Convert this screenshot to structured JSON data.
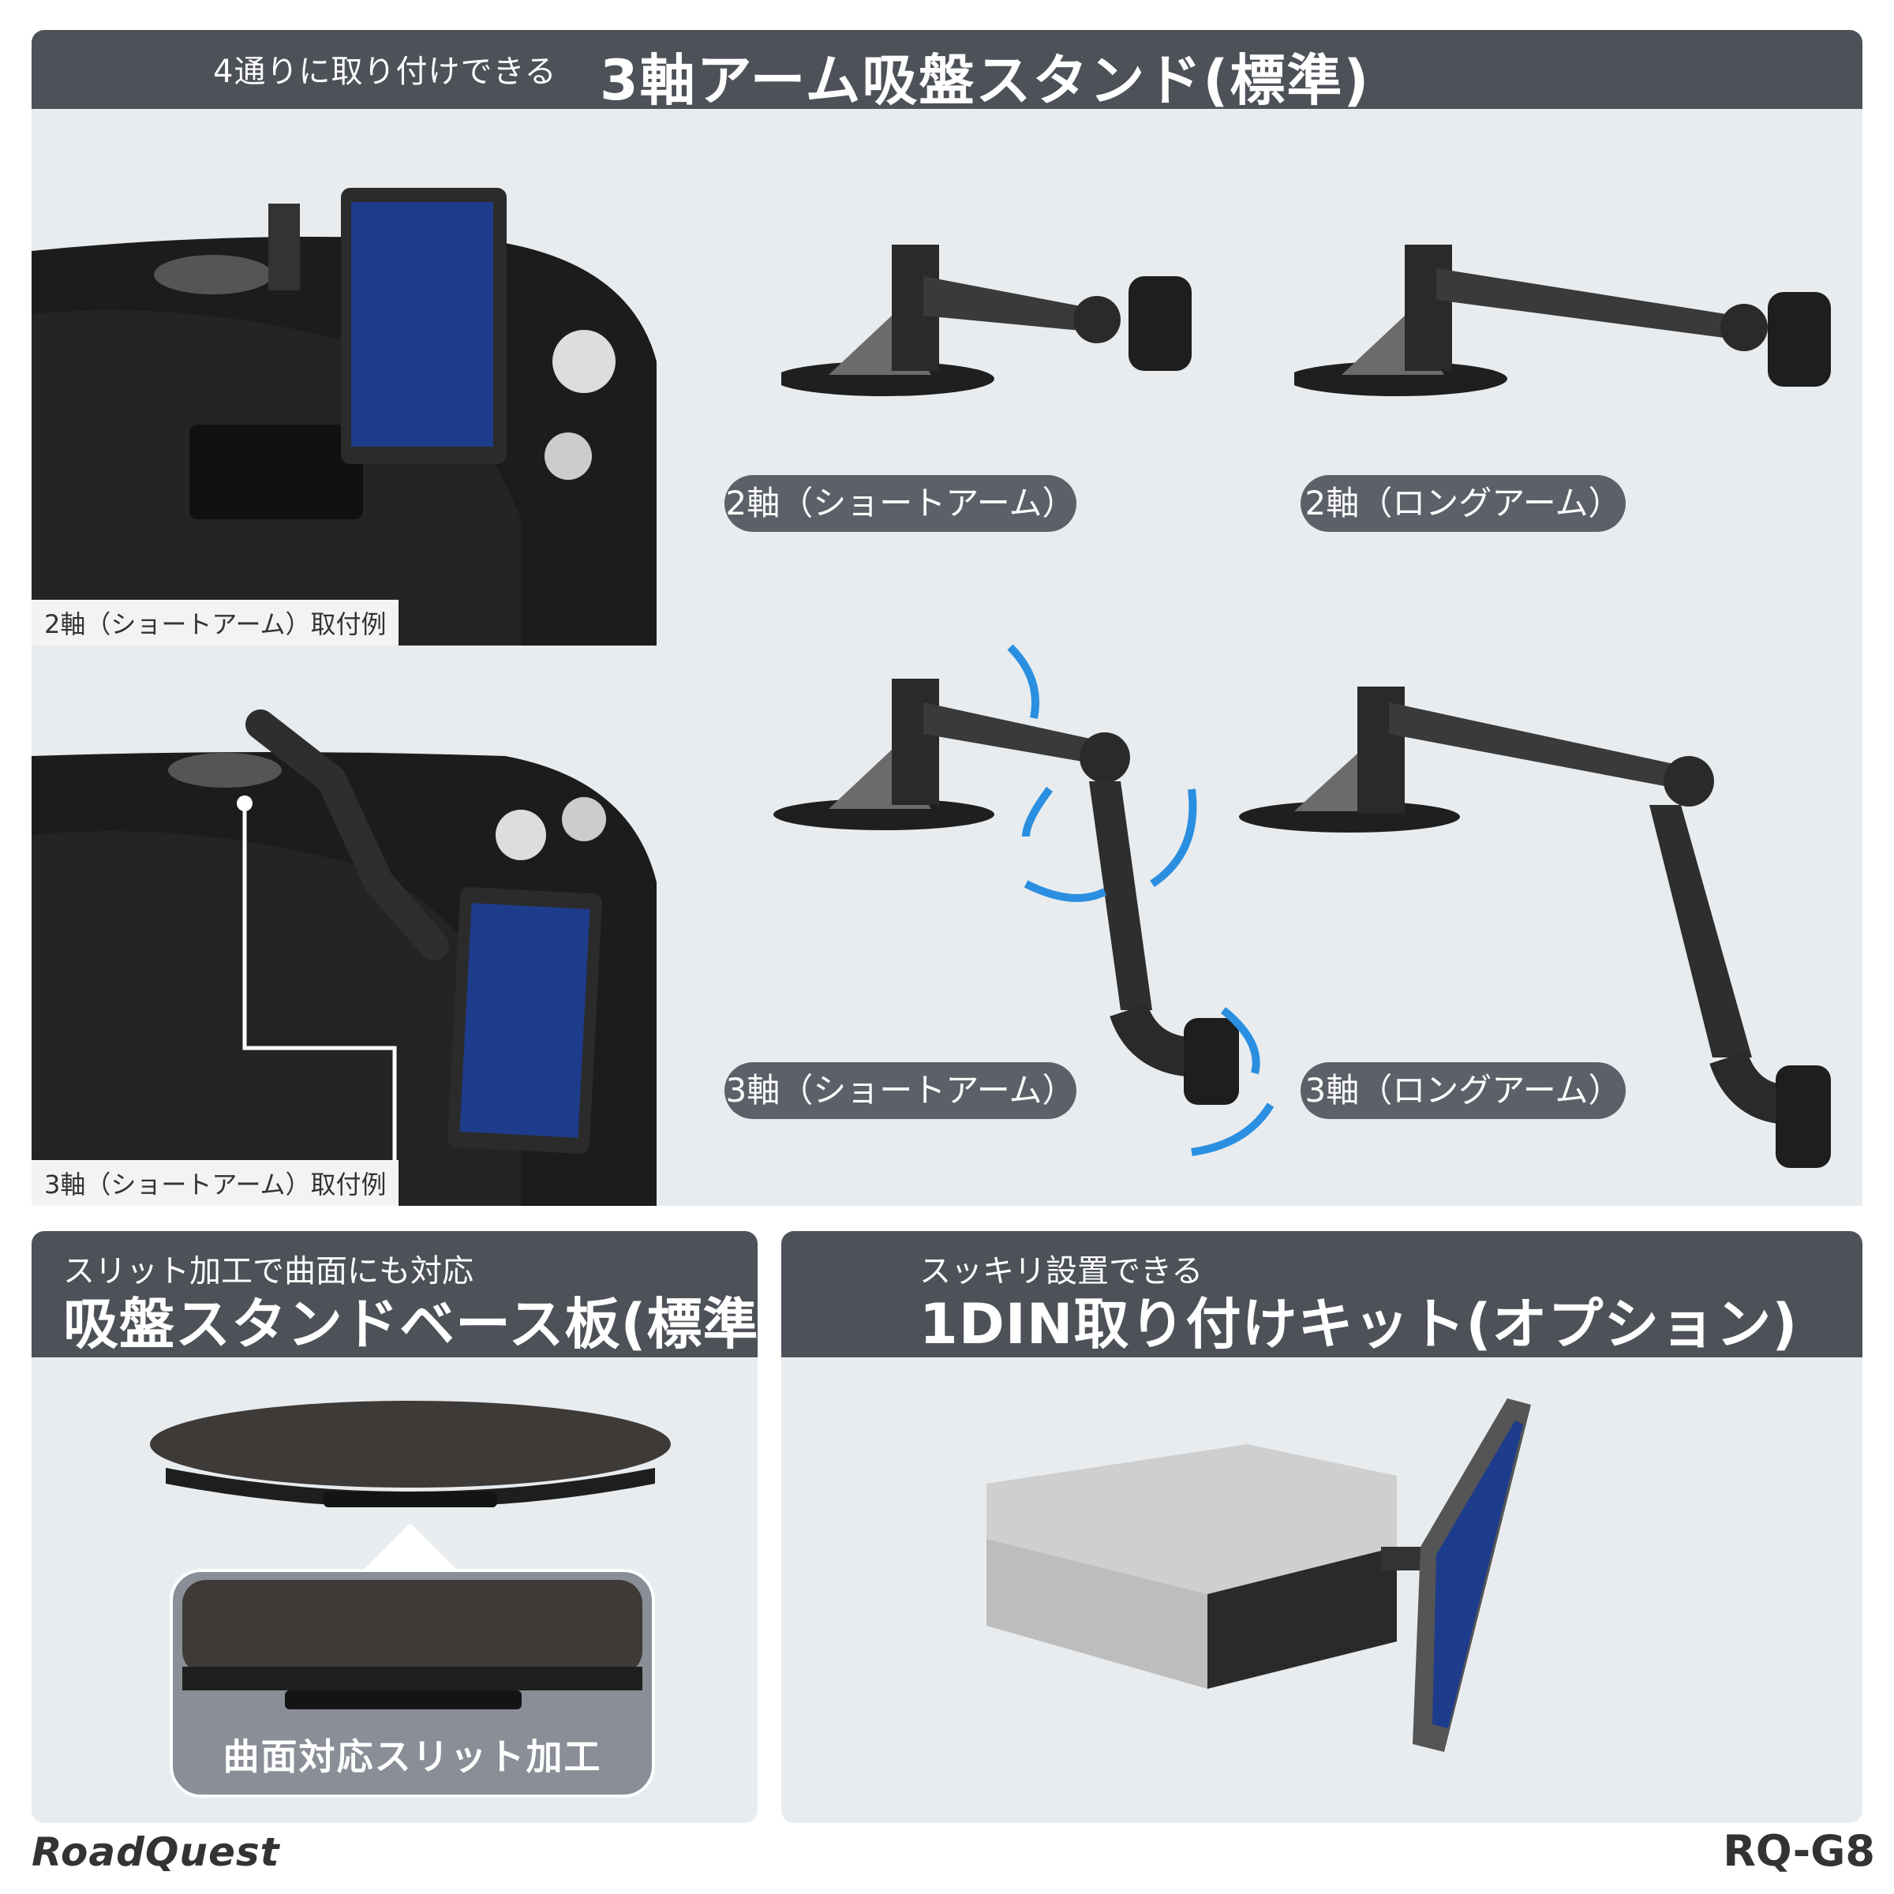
{
  "top": {
    "subtitle": "4通りに取り付けできる",
    "title": "3軸アーム吸盤スタンド(標準)"
  },
  "photos": [
    {
      "caption": "2軸（ショートアーム）取付例"
    },
    {
      "caption": "3軸（ショートアーム）取付例"
    }
  ],
  "variants": [
    {
      "label": "2軸（ショートアーム）"
    },
    {
      "label": "2軸（ロングアーム）"
    },
    {
      "label": "3軸（ショートアーム）"
    },
    {
      "label": "3軸（ロングアーム）"
    }
  ],
  "base_plate": {
    "subtitle": "スリット加工で曲面にも対応",
    "title": "吸盤スタンドベース板(標準)",
    "detail_label": "曲面対応スリット加工"
  },
  "din_kit": {
    "subtitle": "スッキリ設置できる",
    "title": "1DIN取り付けキット(オプション)"
  },
  "footer": {
    "brand": "RoadQuest",
    "model": "RQ-G8"
  },
  "colors": {
    "header": "#4d5158",
    "panel": "#e8ecef",
    "pill": "#5c6068",
    "screen": "#1e3c8c",
    "arrow": "#2a8fe0"
  }
}
